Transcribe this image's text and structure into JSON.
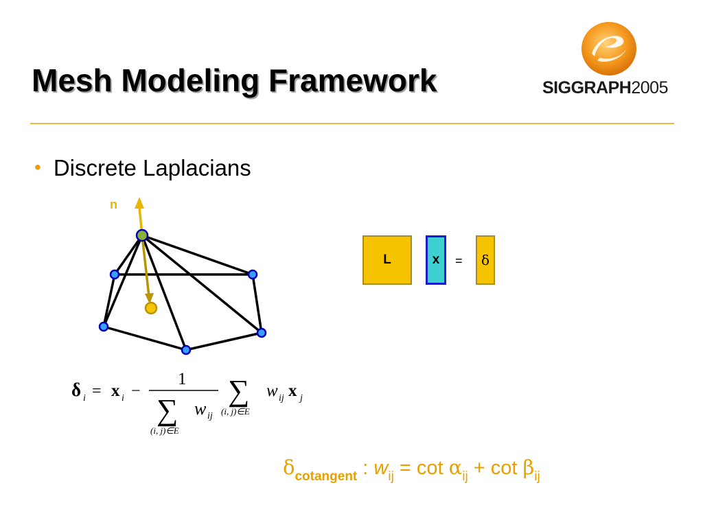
{
  "slide": {
    "title": "Mesh Modeling Framework",
    "logo": {
      "name": "SIGGRAPH",
      "year": "2005"
    },
    "bullets": [
      {
        "text": "Discrete Laplacians"
      }
    ]
  },
  "mesh_figure": {
    "normal_label": "n"
  },
  "matrix_equation": {
    "left": "L",
    "middle": "x",
    "equals": "=",
    "right": "δ"
  },
  "formula": {
    "lhs": "δ",
    "lhs_sub": "i",
    "eq": "=",
    "x_term": "x",
    "x_sub": "i",
    "minus": "−",
    "numerator": "1",
    "sum_symbol": "∑",
    "w": "w",
    "w_sub": "ij",
    "sum_range": "(i, j)∈E",
    "xj": "x",
    "xj_sub": "j"
  },
  "cotangent": {
    "delta": "δ",
    "delta_sub": "cotangent",
    "colon": " : ",
    "w": "w",
    "w_sub": "ij",
    "eq": " = cot ",
    "alpha": "α",
    "alpha_sub": "ij",
    "plus": " + cot ",
    "beta": "β",
    "beta_sub": "ij"
  }
}
